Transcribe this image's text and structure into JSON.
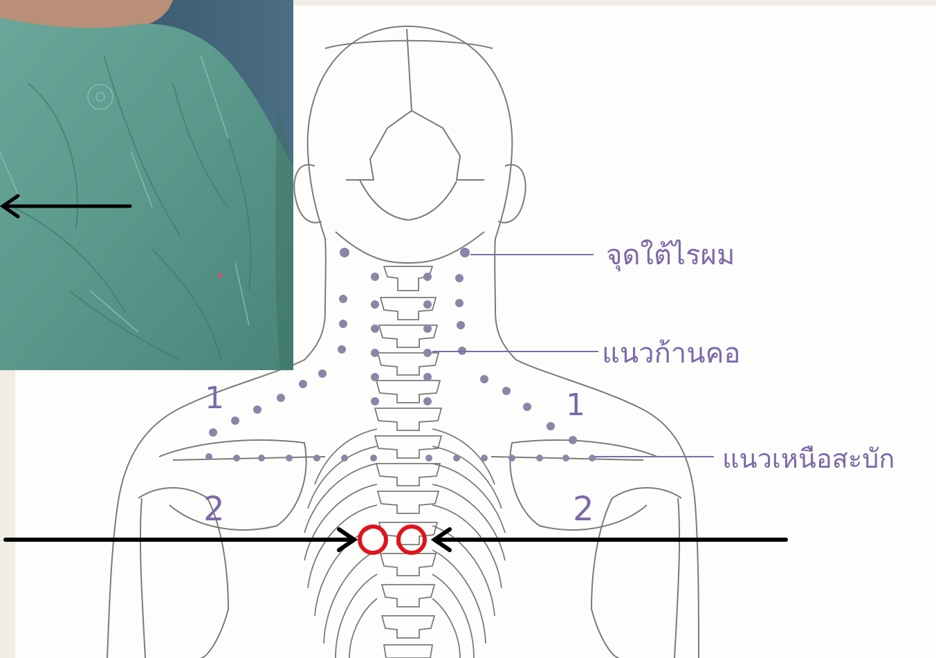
{
  "diagram": {
    "labels": {
      "hairline_point": "จุดใต้ไรผม",
      "neck_line": "แนวก้านคอ",
      "scapula_line": "แนวเหนือสะบัก"
    },
    "region_numbers": {
      "left_upper": "1",
      "right_upper": "1",
      "left_lower": "2",
      "right_lower": "2"
    }
  },
  "colors": {
    "background": "#efede4",
    "line_art": "#7a7a7a",
    "dots": "#8d84a8",
    "labels": "#7b6aa8",
    "target_circle": "#e0141b",
    "arrow": "#000000",
    "gown": "#5f9a8f"
  }
}
